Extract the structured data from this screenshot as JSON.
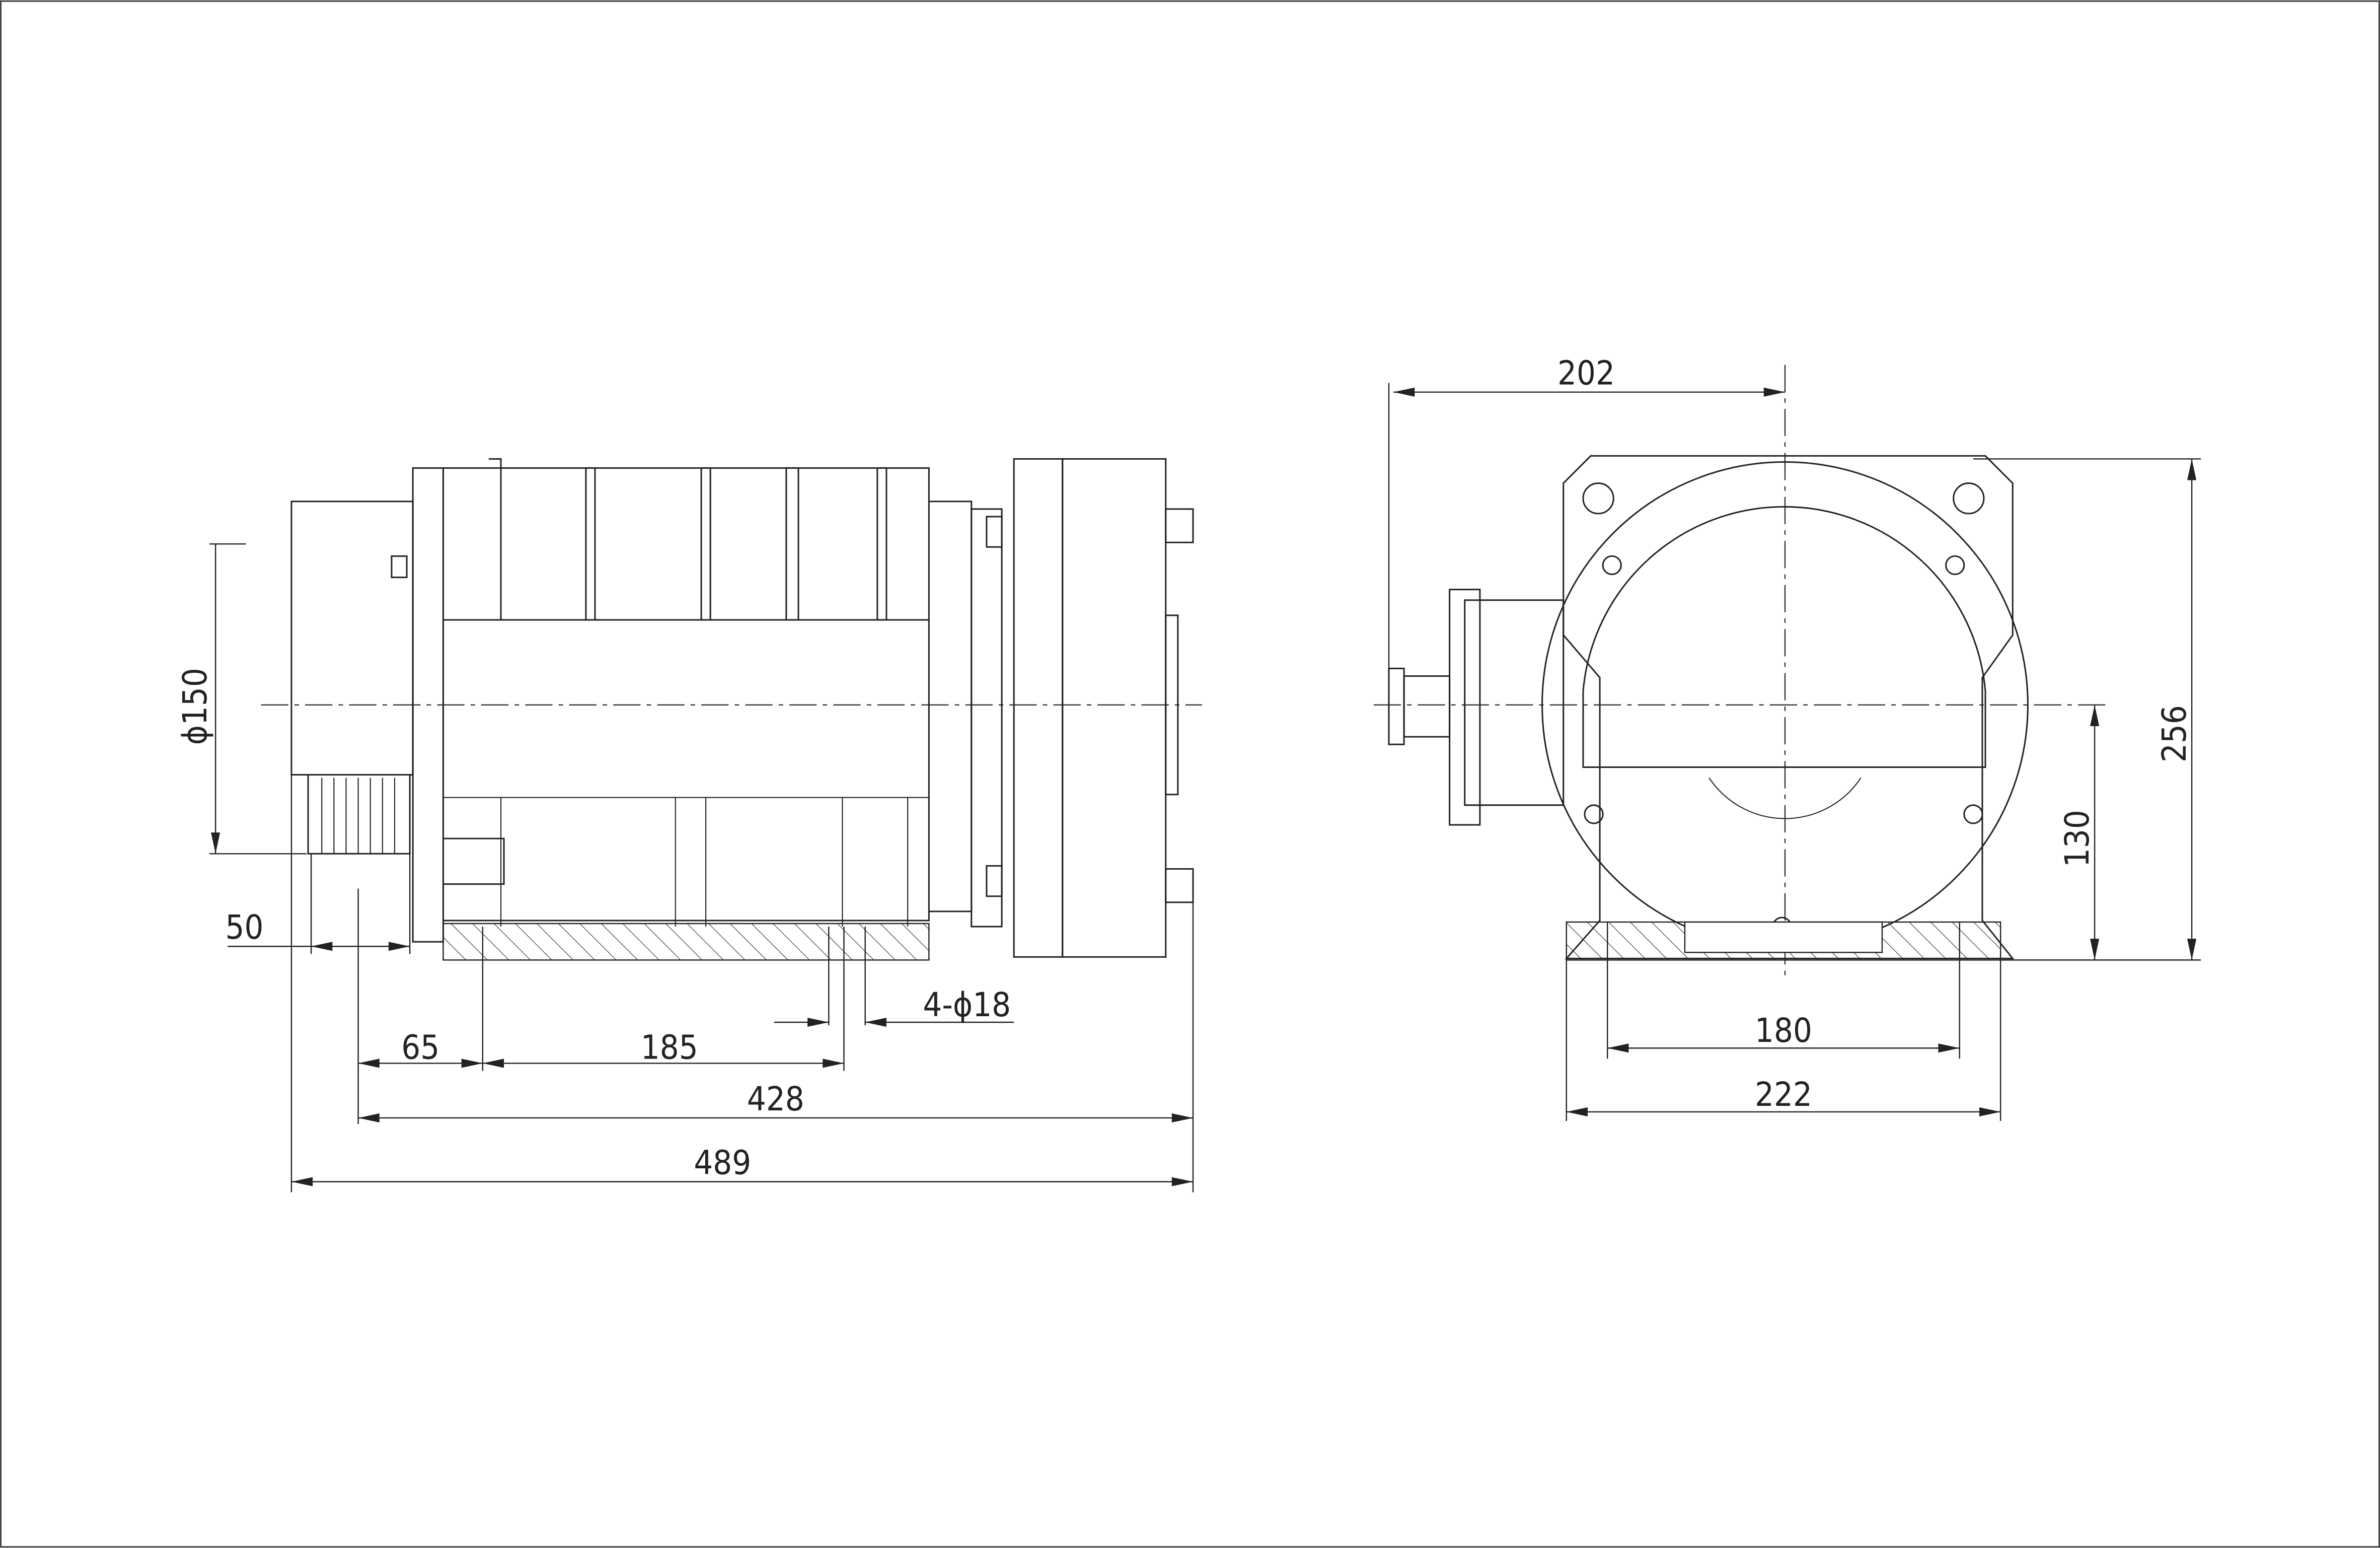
{
  "drawing": {
    "side_view": {
      "dimensions": {
        "pulley_diameter": "ϕ150",
        "pulley_width": "50",
        "offset": "65",
        "bolt_spacing": "185",
        "mount_length": "428",
        "overall_length": "489",
        "mounting_holes": "4-ϕ18"
      }
    },
    "end_view": {
      "dimensions": {
        "width_to_center": "202",
        "overall_height": "256",
        "center_height": "130",
        "hole_spacing": "180",
        "base_width": "222"
      }
    }
  }
}
